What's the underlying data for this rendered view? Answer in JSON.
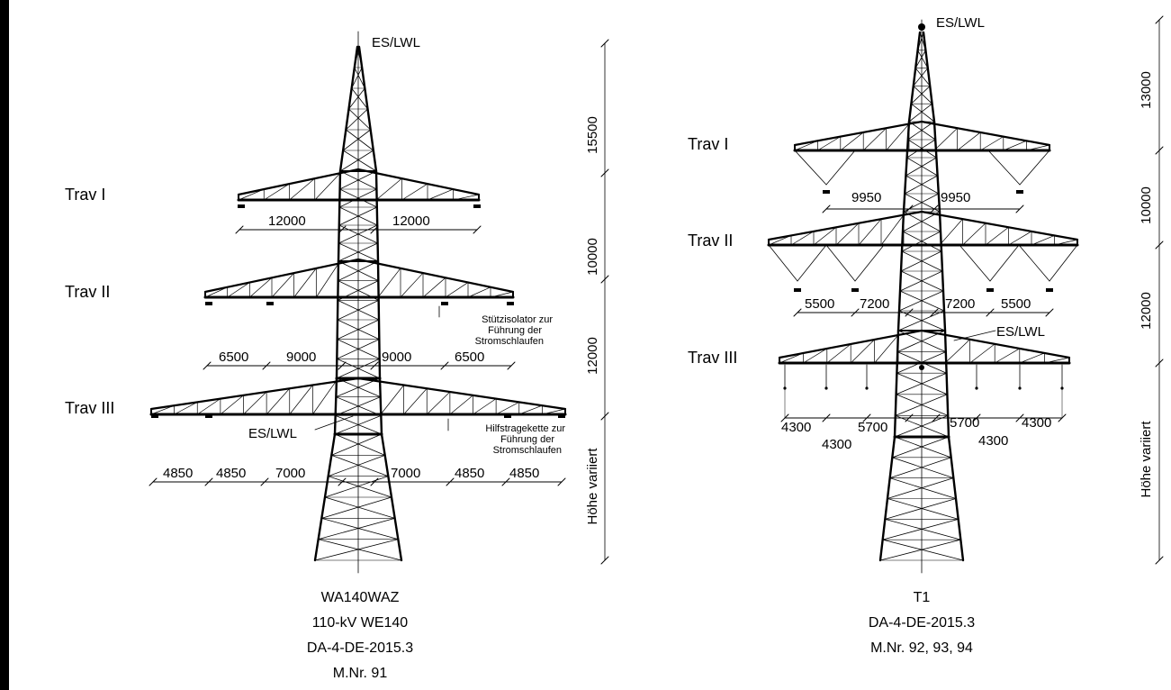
{
  "tower_left": {
    "peak_label": "ES/LWL",
    "crossarms": [
      "Trav I",
      "Trav II",
      "Trav III"
    ],
    "dims_trav1": [
      "12000",
      "12000"
    ],
    "dims_trav2": [
      "6500",
      "9000",
      "9000",
      "6500"
    ],
    "dims_trav3": [
      "4850",
      "4850",
      "7000",
      "7000",
      "4850",
      "4850"
    ],
    "es_lwl_label": "ES/LWL",
    "note_support": [
      "Stützisolator zur",
      "Führung der",
      "Stromschlaufen"
    ],
    "note_aux": [
      "Hilfstragekette zur",
      "Führung der",
      "Stromschlaufen"
    ],
    "heights": [
      "15500",
      "10000",
      "12000",
      "Höhe variiert"
    ],
    "caption": [
      "WA140WAZ",
      "110-kV WE140",
      "DA-4-DE-2015.3",
      "M.Nr. 91"
    ]
  },
  "tower_right": {
    "peak_label": "ES/LWL",
    "crossarms": [
      "Trav I",
      "Trav II",
      "Trav III"
    ],
    "dims_trav1": [
      "9950",
      "9950"
    ],
    "dims_trav2": [
      "5500",
      "7200",
      "7200",
      "5500"
    ],
    "dims_trav3_top": [
      "4300",
      "5700",
      "5700",
      "4300"
    ],
    "dims_trav3_bottom": [
      "4300",
      "4300"
    ],
    "es_lwl_label": "ES/LWL",
    "heights": [
      "13000",
      "10000",
      "12000",
      "Höhe variiert"
    ],
    "caption": [
      "T1",
      "DA-4-DE-2015.3",
      "M.Nr. 92, 93, 94"
    ]
  }
}
